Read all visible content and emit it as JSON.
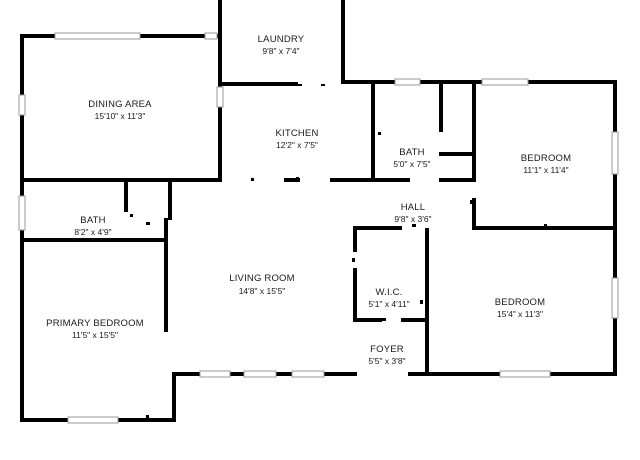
{
  "floorplan": {
    "rooms": [
      {
        "id": "laundry",
        "name": "LAUNDRY",
        "dims": "9'8\" x 7'4\""
      },
      {
        "id": "dining-area",
        "name": "DINING AREA",
        "dims": "15'10\" x 11'3\""
      },
      {
        "id": "kitchen",
        "name": "KITCHEN",
        "dims": "12'2\" x 7'5\""
      },
      {
        "id": "bath-hall",
        "name": "BATH",
        "dims": "5'0\" x 7'5\""
      },
      {
        "id": "bedroom-upper",
        "name": "BEDROOM",
        "dims": "11'1\" x 11'4\""
      },
      {
        "id": "hall",
        "name": "HALL",
        "dims": "9'8\" x 3'6\""
      },
      {
        "id": "bath-primary",
        "name": "BATH",
        "dims": "8'2\" x 4'9\""
      },
      {
        "id": "living-room",
        "name": "LIVING ROOM",
        "dims": "14'8\" x 15'5\""
      },
      {
        "id": "wic",
        "name": "W.I.C.",
        "dims": "5'1\" x 4'11\""
      },
      {
        "id": "bedroom-lower",
        "name": "BEDROOM",
        "dims": "15'4\" x 11'3\""
      },
      {
        "id": "primary-bedroom",
        "name": "PRIMARY BEDROOM",
        "dims": "11'5\" x 15'5\""
      },
      {
        "id": "foyer",
        "name": "FOYER",
        "dims": "5'5\" x 3'8\""
      }
    ],
    "colors": {
      "wall": "#000000",
      "window": "#9a9a9a",
      "background": "#ffffff"
    }
  }
}
